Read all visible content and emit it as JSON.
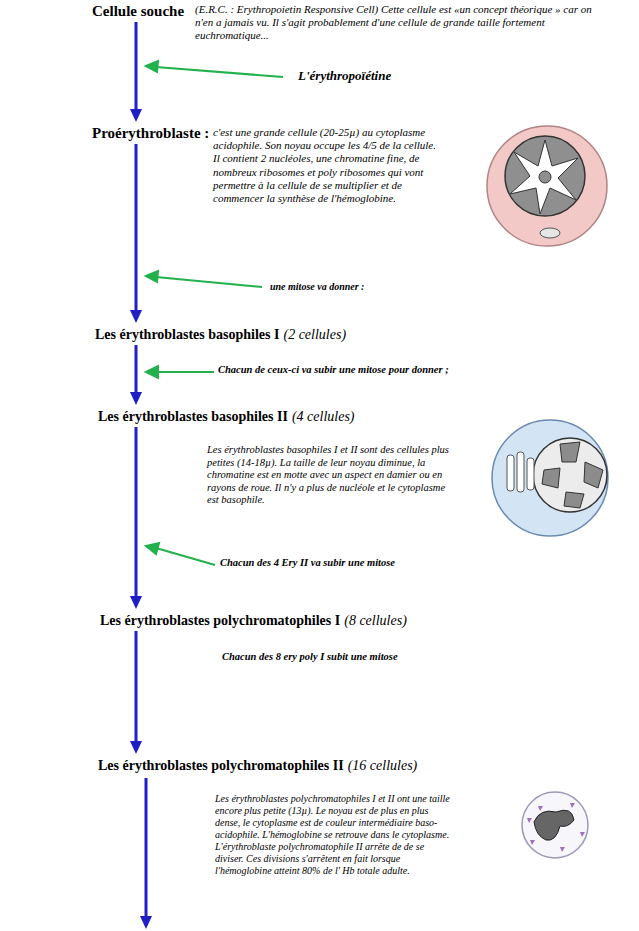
{
  "diagram": {
    "nodes": [
      {
        "text": [
          "Cellule souche",
          "(E.R.C. : Erythropoietin Responsive Cell) Cette cellule est «un concept théorique » car on n'en a jamais vu. Il s'agit probablement d'une cellule de grande taille fortement euchromatique..."
        ]
      },
      {
        "text": [
          "Proérythroblaste :",
          "c'est une grande cellule (20-25µ) au cytoplasme acidophile. Son noyau occupe les 4/5 de la cellule. Il contient 2 nucléoles, une chromatine fine, de nombreux ribosomes et poly ribosomes qui vont permettre à la cellule de se multiplier et de commencer la synthèse de l'hémoglobine."
        ]
      },
      {
        "text": [
          "Les érythroblastes basophiles I",
          "(2 cellules)"
        ]
      },
      {
        "text": [
          "Les érythroblastes basophiles II",
          "(4 cellules)"
        ]
      },
      {
        "text": [
          "Les érythroblastes polychromatophiles I",
          "(8 cellules)"
        ]
      },
      {
        "text": [
          "Les érythroblastes polychromatophiles II",
          "(16 cellules)"
        ]
      }
    ],
    "edges": [
      {
        "from": 0,
        "to": 1,
        "arrow": "to",
        "label": "L'érythropoïétine"
      },
      {
        "from": 1,
        "to": 2,
        "arrow": "to",
        "label": "une mitose va donner :"
      },
      {
        "from": 2,
        "to": 3,
        "arrow": "to",
        "label": "Chacun de ceux-ci va subir une mitose pour donner ;"
      },
      {
        "from": 3,
        "to": 4,
        "arrow": "to",
        "label": "Chacun des 4 Ery II va subir une mitose"
      },
      {
        "from": 4,
        "to": 5,
        "arrow": "to",
        "label": "Chacun des 8 ery poly I subit une mitose"
      }
    ],
    "labels": [
      "Les érythroblastes basophiles I et II sont des cellules plus petites (14-18µ). La taille de leur noyau diminue, la chromatine est en motte avec un aspect en damier ou en rayons de roue. Il n'y a plus de nucléole et le cytoplasme est basophile.",
      "Les érythroblastes polychromatophiles I et II ont une taille encore plus petite (13µ). Le noyau est de plus en plus dense, le cytoplasme est de couleur intermédiaire baso-acidophile. L'hémoglobine se retrouve dans le cytoplasme. L'érythroblaste polychromatophile II arrête de de se diviser. Ces divisions s'arrêtent en fait lorsque l'hémoglobine atteint 80% de l' Hb totale adulte."
    ]
  }
}
